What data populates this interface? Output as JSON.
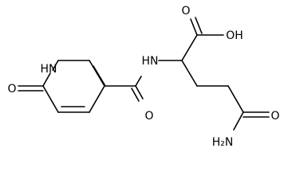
{
  "molecule": {
    "atom_labels": {
      "ring_nh": "HN",
      "ring_oxo": "O",
      "amide_nh": "HN",
      "amide_carbonyl_o": "O",
      "acid_carbonyl_o": "O",
      "acid_hydroxyl": "OH",
      "terminal_carbonyl_o": "O",
      "terminal_nh2": "H₂N"
    }
  },
  "colors": {
    "bond": "#000000",
    "label": "#000000",
    "background": "#ffffff"
  }
}
